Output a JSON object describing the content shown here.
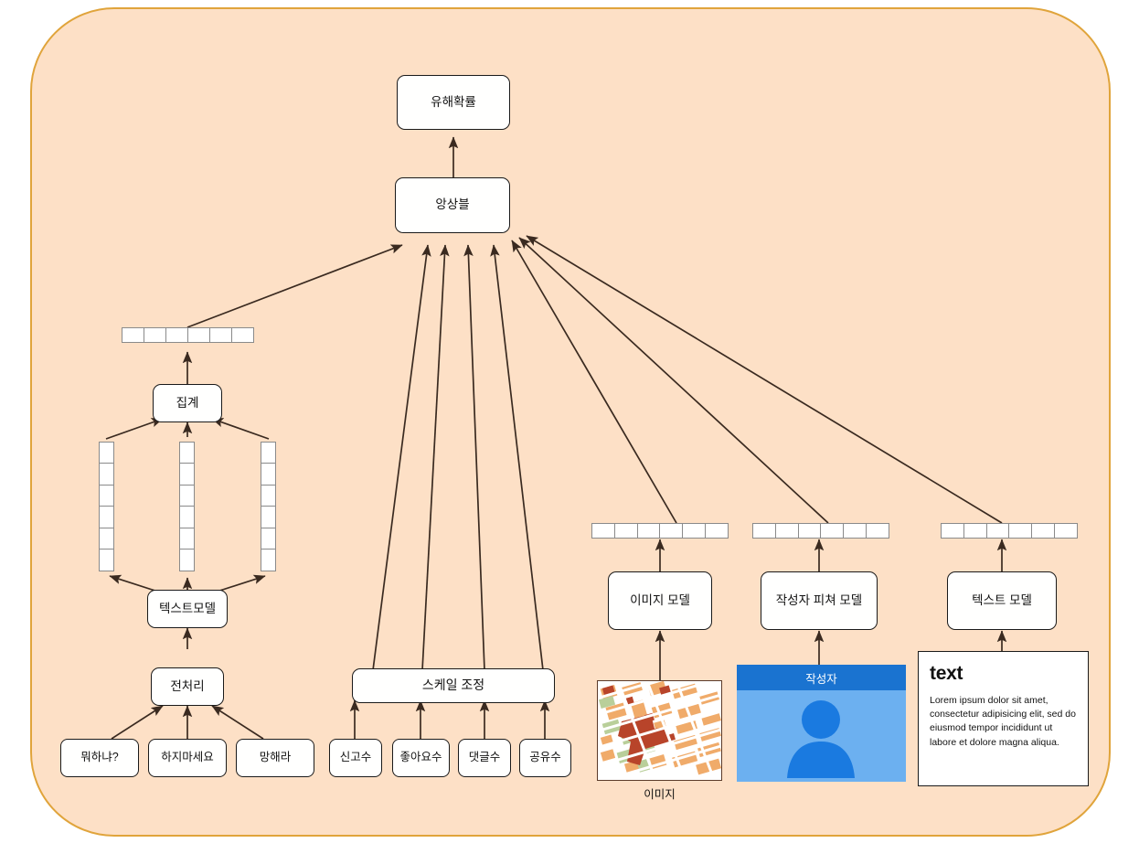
{
  "canvas": {
    "background": "#fde0c6",
    "border_color": "#e0a43b"
  },
  "nodes": {
    "output": {
      "label": "유해확률"
    },
    "ensemble": {
      "label": "앙상블"
    },
    "aggregate": {
      "label": "집계"
    },
    "text_model_left": {
      "label": "텍스트모델"
    },
    "preprocess": {
      "label": "전처리"
    },
    "scale_adjust": {
      "label": "스케일 조정"
    },
    "image_model": {
      "label": "이미지 모델"
    },
    "author_feature_model": {
      "label": "작성자 피쳐 모델"
    },
    "text_model_right": {
      "label": "텍스트 모델"
    }
  },
  "text_leaves": [
    {
      "label": "뭐하냐?"
    },
    {
      "label": "하지마세요"
    },
    {
      "label": "망해라"
    }
  ],
  "metric_leaves": [
    {
      "label": "신고수"
    },
    {
      "label": "좋아요수"
    },
    {
      "label": "댓글수"
    },
    {
      "label": "공유수"
    }
  ],
  "vectors": {
    "aggregate_out": {
      "cells": 6
    },
    "text_embed_left": {
      "cells": 6
    },
    "text_embed_mid": {
      "cells": 6
    },
    "text_embed_right": {
      "cells": 6
    },
    "image_feature": {
      "cells": 6
    },
    "author_feature": {
      "cells": 6
    },
    "text_feature": {
      "cells": 6
    }
  },
  "media": {
    "image_caption": "이미지",
    "author_card": {
      "header": "작성자",
      "header_color": "#1a73d0",
      "body_color": "#6cb0f0",
      "avatar_color": "#1a7ae0"
    },
    "text_card": {
      "heading": "text",
      "body": "Lorem ipsum dolor sit amet, consectetur adipisicing elit, sed do eiusmod tempor incididunt ut labore et dolore magna aliqua."
    },
    "map": {
      "building_color": "#f0ab6a",
      "landmark_color": "#b8442a",
      "park_color": "#b9cf9a",
      "road_color": "#ffffff"
    }
  }
}
